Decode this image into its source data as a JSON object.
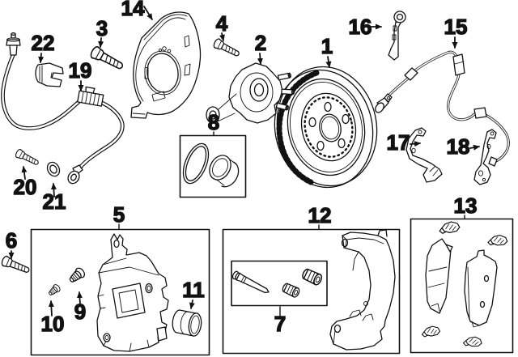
{
  "diagram": {
    "kind": "exploded-parts-diagram",
    "background": "#ffffff",
    "line_color": "#111111",
    "callouts": {
      "p1": "1",
      "p2": "2",
      "p3": "3",
      "p4": "4",
      "p5": "5",
      "p6": "6",
      "p7": "7",
      "p8": "8",
      "p9": "9",
      "p10": "10",
      "p11": "11",
      "p12": "12",
      "p13": "13",
      "p14": "14",
      "p15": "15",
      "p16": "16",
      "p17": "17",
      "p18": "18",
      "p19": "19",
      "p20": "20",
      "p21": "21",
      "p22": "22"
    }
  }
}
